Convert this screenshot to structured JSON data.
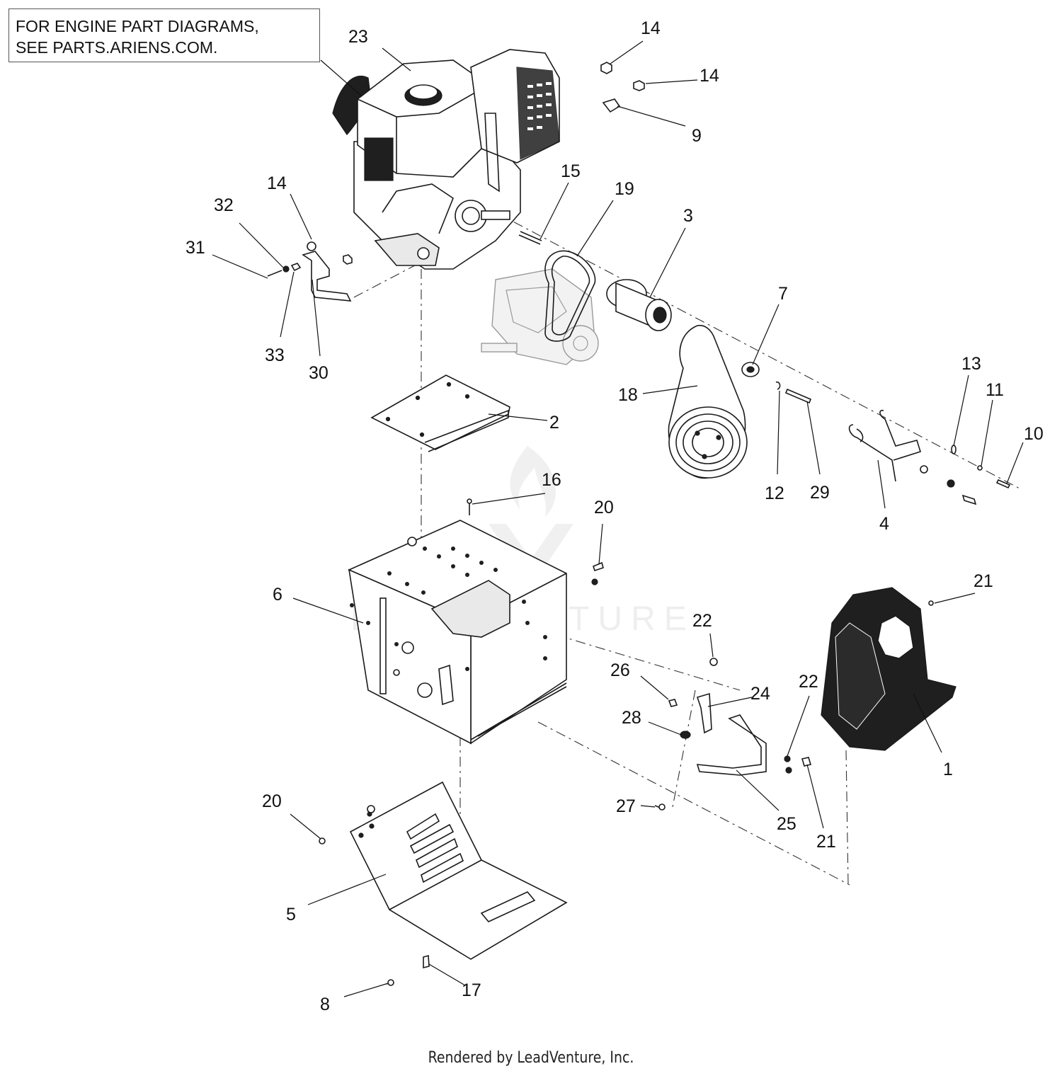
{
  "note": {
    "line1": "FOR ENGINE PART DIAGRAMS,",
    "line2": "SEE PARTS.ARIENS.COM."
  },
  "footer": "Rendered by LeadVenture, Inc.",
  "watermark": "LEADVENTURE",
  "callouts": {
    "c23": "23",
    "c14a": "14",
    "c14b": "14",
    "c9": "9",
    "c15": "15",
    "c19": "19",
    "c3": "3",
    "c14c": "14",
    "c32": "32",
    "c31": "31",
    "c33": "33",
    "c30": "30",
    "c7": "7",
    "c18": "18",
    "c13": "13",
    "c11": "11",
    "c10": "10",
    "c12": "12",
    "c29": "29",
    "c4": "4",
    "c2": "2",
    "c16": "16",
    "c20a": "20",
    "c6": "6",
    "c21a": "21",
    "c22a": "22",
    "c26": "26",
    "c24": "24",
    "c22b": "22",
    "c28": "28",
    "c1": "1",
    "c27": "27",
    "c25": "25",
    "c21b": "21",
    "c20b": "20",
    "c5": "5",
    "c17": "17",
    "c8": "8"
  }
}
